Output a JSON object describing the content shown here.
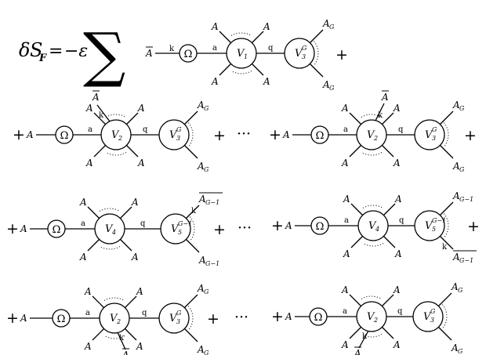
{
  "equation": {
    "lhs_delta": "δ",
    "lhs_S": "S",
    "lhs_sub": "F",
    "equals": "=",
    "minus_eps": "−ε",
    "sigma": "∑"
  },
  "symbols": {
    "A": "A",
    "Omega": "Ω",
    "V": "V",
    "a": "a",
    "k": "k",
    "q": "q",
    "plus": "+",
    "ellipsis": "···",
    "G": "G",
    "G_minus_1": "G−1",
    "sub_1": "1",
    "sub_2": "2",
    "sub_3": "3",
    "sub_4": "4",
    "sub_5": "5"
  }
}
